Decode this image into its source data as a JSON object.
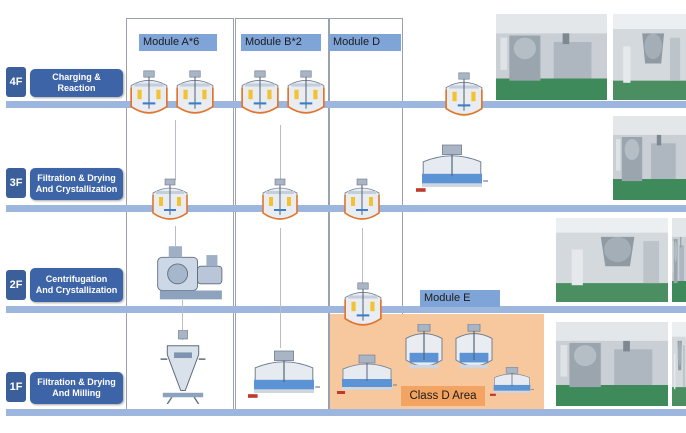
{
  "modules": [
    {
      "label": "Module A*6"
    },
    {
      "label": "Module B*2"
    },
    {
      "label": "Module D"
    },
    {
      "label": "Module E"
    }
  ],
  "floors": [
    {
      "tag": "4F",
      "name_lines": [
        "Charging &",
        "Reaction"
      ]
    },
    {
      "tag": "3F",
      "name_lines": [
        "Filtration & Drying",
        "And Crystallization"
      ]
    },
    {
      "tag": "2F",
      "name_lines": [
        "Centrifugation",
        "And Crystallization"
      ]
    },
    {
      "tag": "1F",
      "name_lines": [
        "Filtration & Drying",
        "And Milling"
      ]
    }
  ],
  "areas": {
    "class_d": "Class D Area"
  },
  "colors": {
    "floor_line": "#9db6de",
    "floor_tag": "#3a5f9a",
    "floor_name": "#3d64a6",
    "module_label": "#7fa5d8",
    "class_d_area": "#f7c79d",
    "class_d_label": "#f4a462"
  }
}
